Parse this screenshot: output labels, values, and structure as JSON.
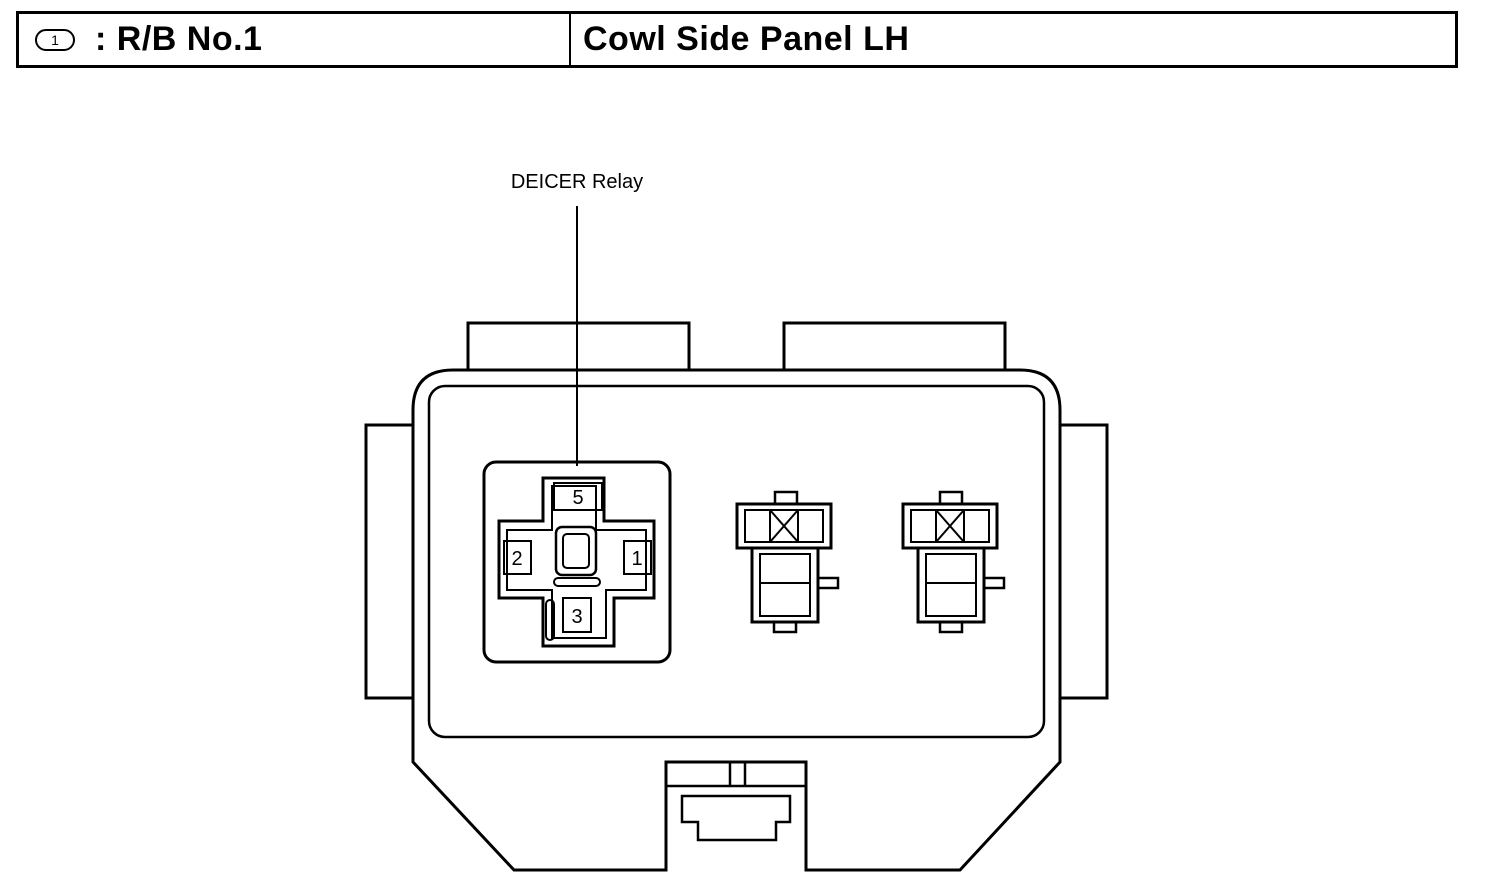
{
  "header": {
    "connector_code": "1",
    "connector_name": ": R/B No.1",
    "location": "Cowl Side Panel LH"
  },
  "callout": {
    "relay_label": "DEICER Relay"
  },
  "relay": {
    "terminals": [
      "5",
      "2",
      "1",
      "3"
    ]
  },
  "colors": {
    "line": "#000000",
    "background": "#ffffff"
  }
}
